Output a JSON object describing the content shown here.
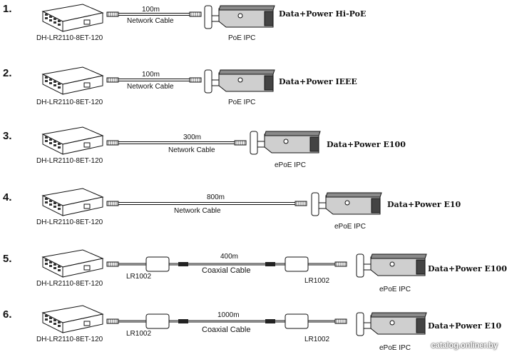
{
  "rows": [
    {
      "number": "1.",
      "switch_model": "DH-LR2110-8ET-120",
      "distance": "100m",
      "cable_label": "Network Cable",
      "camera_label": "PoE IPC",
      "caption": "Data+Power Hi-PoE"
    },
    {
      "number": "2.",
      "switch_model": "DH-LR2110-8ET-120",
      "distance": "100m",
      "cable_label": "Network Cable",
      "camera_label": "PoE IPC",
      "caption": "Data+Power IEEE"
    },
    {
      "number": "3.",
      "switch_model": "DH-LR2110-8ET-120",
      "distance": "300m",
      "cable_label": "Network Cable",
      "camera_label": "ePoE IPC",
      "caption": "Data+Power E100"
    },
    {
      "number": "4.",
      "switch_model": "DH-LR2110-8ET-120",
      "distance": "800m",
      "cable_label": "Network Cable",
      "camera_label": "ePoE IPC",
      "caption": "Data+Power E10"
    },
    {
      "number": "5.",
      "switch_model": "DH-LR2110-8ET-120",
      "distance": "400m",
      "cable_label": "Coaxial Cable",
      "camera_label": "ePoE IPC",
      "caption": "Data+Power E100",
      "converter_left": "LR1002",
      "converter_right": "LR1002"
    },
    {
      "number": "6.",
      "switch_model": "DH-LR2110-8ET-120",
      "distance": "1000m",
      "cable_label": "Coaxial Cable",
      "camera_label": "ePoE IPC",
      "caption": "Data+Power E10",
      "converter_left": "LR1002",
      "converter_right": "LR1002"
    }
  ],
  "watermark": "catalog.onliner.by"
}
